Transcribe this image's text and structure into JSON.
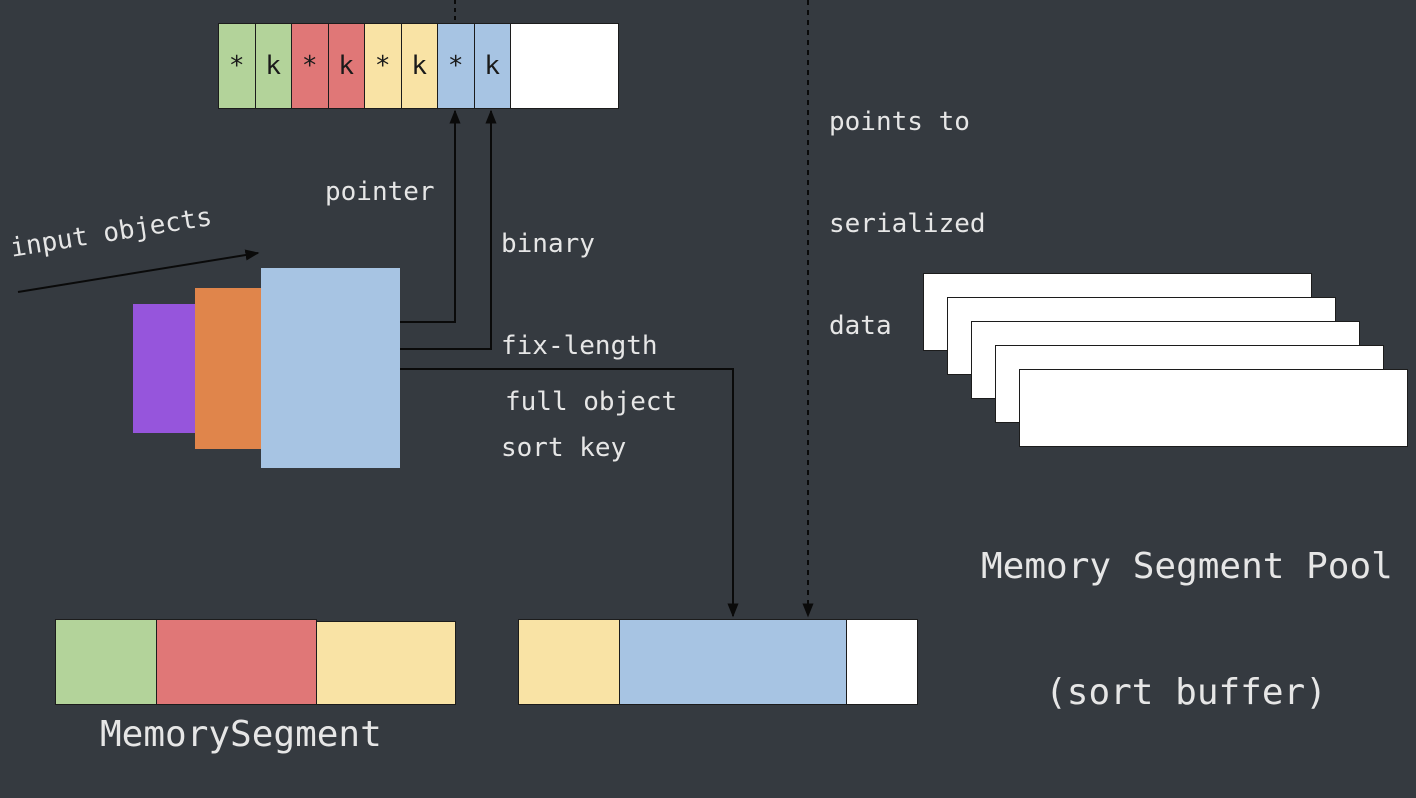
{
  "colors": {
    "background": "#353a40",
    "green": "#b3d39a",
    "red": "#e07777",
    "yellow": "#f9e3a5",
    "blue": "#a7c4e3",
    "white": "#ffffff",
    "purple": "#9655dc",
    "orange": "#e0854b",
    "text": "#e6e6e6",
    "line": "#0a0a0a"
  },
  "sort_index": {
    "cells": [
      {
        "symbol": "*",
        "color": "green"
      },
      {
        "symbol": "k",
        "color": "green"
      },
      {
        "symbol": "*",
        "color": "red"
      },
      {
        "symbol": "k",
        "color": "red"
      },
      {
        "symbol": "*",
        "color": "yellow"
      },
      {
        "symbol": "k",
        "color": "yellow"
      },
      {
        "symbol": "*",
        "color": "blue"
      },
      {
        "symbol": "k",
        "color": "blue"
      }
    ]
  },
  "labels": {
    "pointer": "pointer",
    "sort_key": [
      "binary",
      "fix-length",
      "sort key"
    ],
    "input_objects": "input objects",
    "full_object": "full object",
    "points_to": [
      "points to",
      "serialized",
      "data"
    ],
    "pool_title": [
      "Memory Segment Pool",
      "(sort buffer)"
    ],
    "memory_segment": "MemorySegment"
  },
  "memory_segment": {
    "segments": [
      "green",
      "red",
      "yellow"
    ]
  },
  "serialized_data": {
    "segments": [
      "yellow",
      "blue",
      "white"
    ]
  },
  "pool": {
    "segment_count": 5
  }
}
